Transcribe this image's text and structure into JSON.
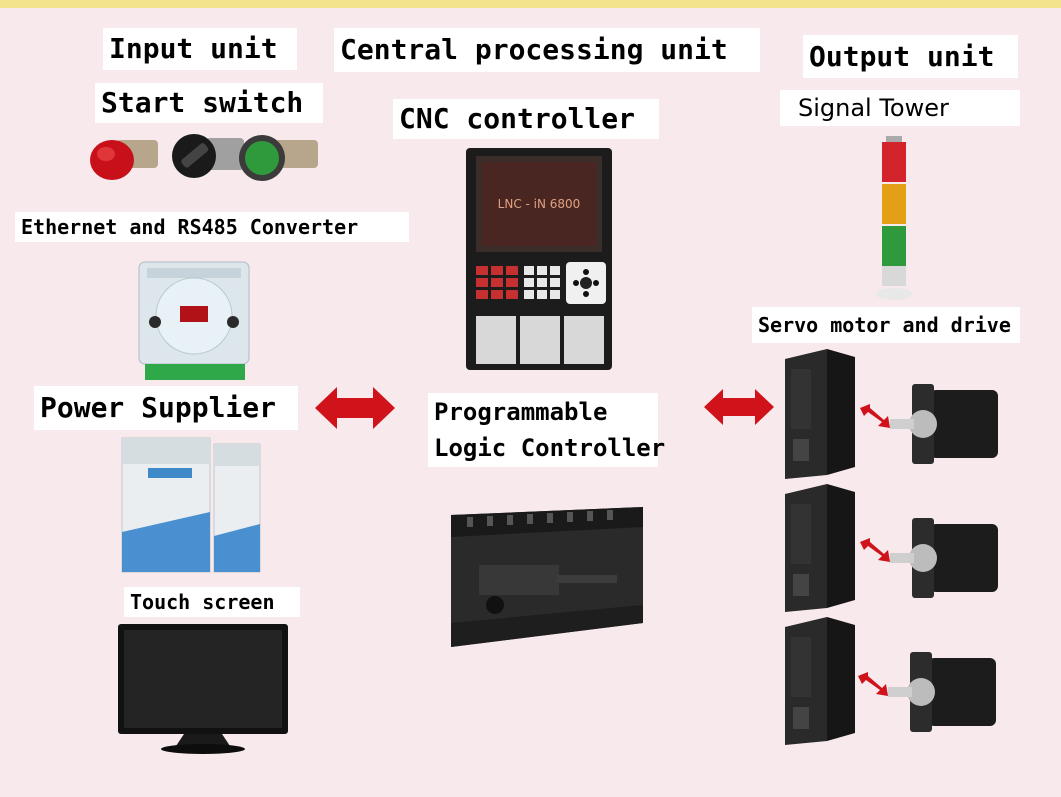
{
  "sections": {
    "input": "Input unit",
    "cpu": "Central processing unit",
    "output": "Output unit"
  },
  "components": {
    "start_switch": "Start switch",
    "converter": "Ethernet and RS485 Converter",
    "power_supplier": "Power Supplier",
    "touch_screen": "Touch screen",
    "cnc_controller": "CNC controller",
    "cnc_screen_text": "LNC - iN 6800",
    "plc_line1": "Programmable",
    "plc_line2": "Logic Controller",
    "signal_tower": "Signal Tower",
    "servo": "Servo motor and drive"
  },
  "colors": {
    "background": "#f7e9ec",
    "arrow": "#d0121b",
    "topbar": "#f3e38d"
  }
}
